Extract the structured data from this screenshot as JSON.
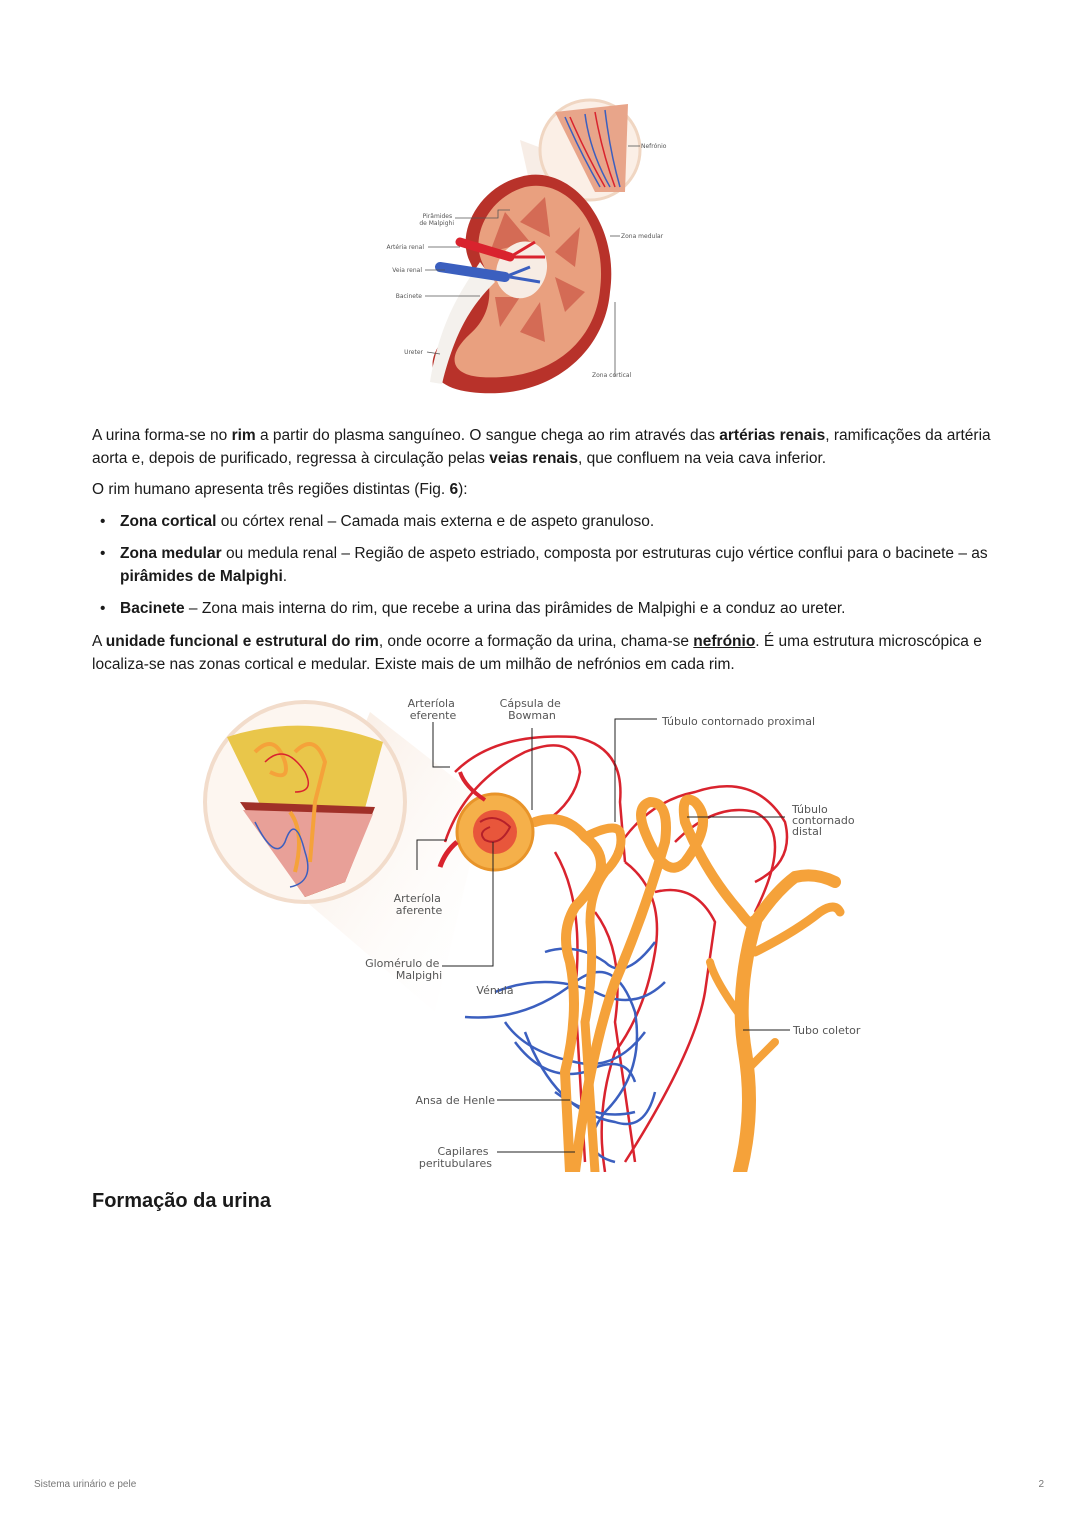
{
  "figure1": {
    "labels": {
      "piramides": [
        "Pirâmides",
        "de Malpighi"
      ],
      "arteria": "Artéria renal",
      "veia": "Veia renal",
      "bacinete": "Bacinete",
      "ureter": "Ureter",
      "nefronio": "Nefrónio",
      "medular": "Zona medular",
      "cortical": "Zona cortical"
    }
  },
  "paragraphs": {
    "p1": {
      "t1": "A urina forma-se no ",
      "b1": "rim",
      "t2": " a partir do plasma sanguíneo. O sangue chega ao rim através das ",
      "b2": "artérias renais",
      "t3": ", ramificações da artéria aorta e, depois de purificado, regressa à circulação pelas ",
      "b3": "veias renais",
      "t4": ", que confluem na veia cava inferior."
    },
    "p2": {
      "t1": "O rim humano apresenta três regiões distintas (Fig. ",
      "b1": "6",
      "t2": "):"
    },
    "bullets": [
      {
        "b": "Zona cortical",
        "t": " ou córtex renal – Camada mais externa e de aspeto granuloso."
      },
      {
        "b": "Zona medular",
        "t": " ou medula renal – Região de aspeto estriado, composta por estruturas cujo vértice conflui para o bacinete – as ",
        "b2": "pirâmides de Malpighi",
        "t2": "."
      },
      {
        "b": "Bacinete",
        "t": " – Zona mais interna do rim, que recebe a urina das pirâmides de Malpighi e a conduz ao ureter."
      }
    ],
    "p3": {
      "t1": "A ",
      "b1": "unidade funcional e estrutural do rim",
      "t2": ", onde ocorre a formação da urina, chama-se ",
      "u1": "nefrónio",
      "t3": ". É uma estrutura microscópica e localiza-se nas zonas cortical e medular. Existe mais de um milhão de nefrónios em cada rim."
    }
  },
  "figure2": {
    "labels": {
      "arteriola_eferente": [
        "Arteríola",
        "eferente"
      ],
      "capsula": [
        "Cápsula de",
        "Bowman"
      ],
      "tubulo_proximal": "Túbulo contornado proximal",
      "tubulo_distal": [
        "Túbulo",
        "contornado",
        "distal"
      ],
      "arteriola_aferente": [
        "Arteríola",
        "aferente"
      ],
      "glomerulo": [
        "Glomérulo de",
        "Malpighi"
      ],
      "venula": "Vénula",
      "tubo_coletor": "Tubo coletor",
      "ansa": "Ansa de Henle",
      "capilares": [
        "Capilares",
        "peritubulares"
      ]
    }
  },
  "section_title": "Formação da urina",
  "footer": {
    "left": "Sistema urinário e pele",
    "page": "2"
  },
  "colors": {
    "artery": "#d9232e",
    "vein": "#3b5fbf",
    "tubule": "#f5a23a",
    "kidney": "#b8322a"
  }
}
